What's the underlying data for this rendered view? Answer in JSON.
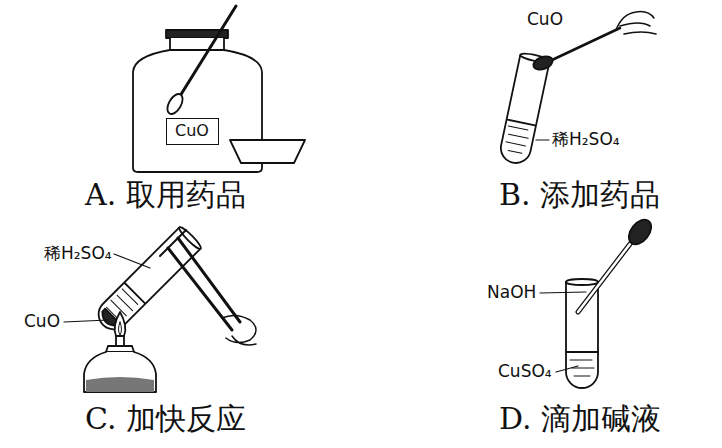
{
  "diagram": {
    "nodes": [
      {
        "text": [
          "CuO"
        ]
      }
    ],
    "labels": [
      "CuO",
      "稀H₂SO₄",
      "稀H₂SO₄",
      "CuO",
      "NaOH",
      "CuSO₄",
      "A. 取用药品",
      "B. 添加药品",
      "C. 加快反应",
      "D. 滴加碱液"
    ]
  }
}
